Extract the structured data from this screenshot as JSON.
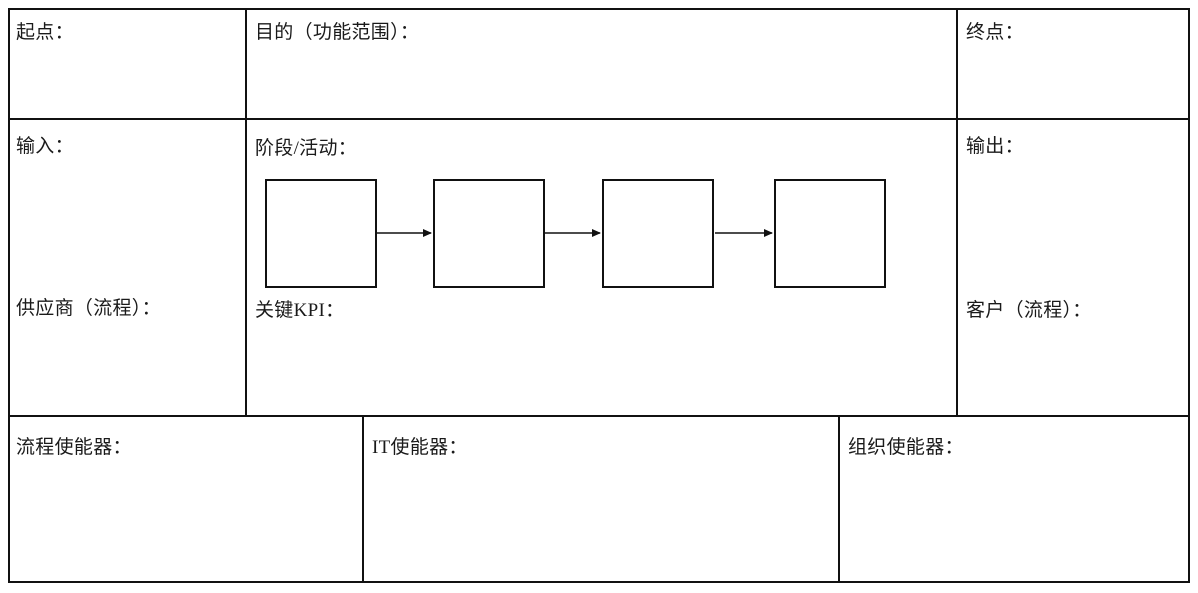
{
  "document": {
    "type": "process-definition-template",
    "language": "zh-CN"
  },
  "row1": {
    "start_label": "起点：",
    "purpose_label": "目的（功能范围）：",
    "end_label": "终点："
  },
  "row2": {
    "input_label": "输入：",
    "supplier_label": "供应商（流程）：",
    "stage_label": "阶段/活动：",
    "kpi_label": "关键KPI：",
    "output_label": "输出：",
    "customer_label": "客户（流程）："
  },
  "row3": {
    "process_enabler_label": "流程使能器：",
    "it_enabler_label": "IT使能器：",
    "org_enabler_label": "组织使能器："
  },
  "flow": {
    "box_count": 4,
    "boxes": [
      {
        "index": 1,
        "text": ""
      },
      {
        "index": 2,
        "text": ""
      },
      {
        "index": 3,
        "text": ""
      },
      {
        "index": 4,
        "text": ""
      }
    ],
    "arrow_count": 3,
    "arrow_style": "solid-triangle-head"
  },
  "colors": {
    "border": "#111111",
    "text": "#1a1a1a",
    "background": "#ffffff",
    "box_border": "#111111"
  }
}
